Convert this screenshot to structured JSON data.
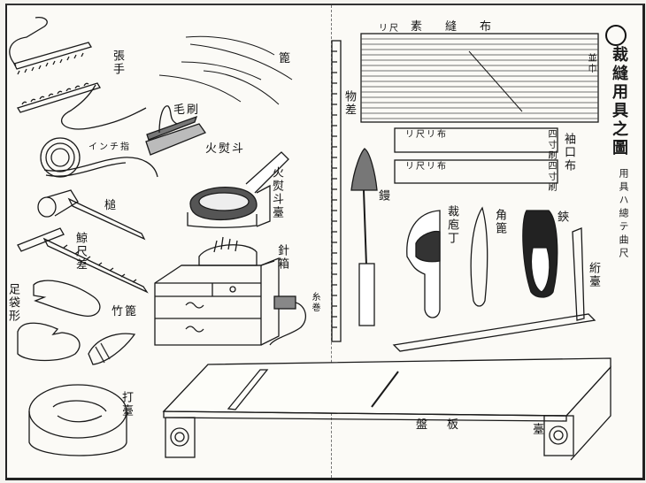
{
  "page": {
    "title": "裁縫用具之圖",
    "subtitle": "用具ハ總テ曲尺",
    "title_marker": "○"
  },
  "labels": {
    "haritsuke": "張手",
    "hera": "篦",
    "hake": "毛刷",
    "tape_measure": "インチ指",
    "hinoshi": "火熨斗",
    "hinoshi_dai": "火熨斗臺",
    "kote": "槌",
    "kujira_sashi": "鯨尺差",
    "tabi_gata": "足袋形",
    "take_hera": "竹篦",
    "harabako": "針箱",
    "itomaki": "糸巻",
    "uchidai": "打臺",
    "monosashi": "物差",
    "sobakununo": "素縫布",
    "sode_kuchi_nuno": "袖口布",
    "namihaba": "並巾",
    "kote_iron": "鏝",
    "tachi_bocho": "裁庖丁",
    "tsunobera": "角篦",
    "hasami": "鋏",
    "kakedai": "絎臺",
    "saiban": "盤板",
    "dai": "臺"
  },
  "cloth_marks": {
    "top_strip": "リ尺",
    "strip_1_left": "リ尺リ布",
    "strip_1_right": "四寸刷",
    "strip_2_left": "リ尺リ布",
    "strip_2_right": "四寸刷"
  }
}
